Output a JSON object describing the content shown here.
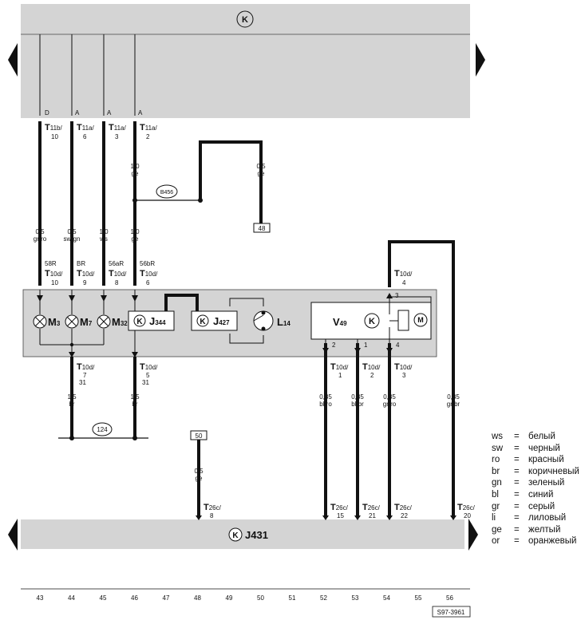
{
  "top_unit": {
    "symbol": "K"
  },
  "bottom_unit": {
    "symbol": "K",
    "name": "J431"
  },
  "top_pins": [
    {
      "letter": "D",
      "conn": "T",
      "sub": "11b/",
      "pin": "10"
    },
    {
      "letter": "A",
      "conn": "T",
      "sub": "11a/",
      "pin": "6"
    },
    {
      "letter": "A",
      "conn": "T",
      "sub": "11a/",
      "pin": "3"
    },
    {
      "letter": "A",
      "conn": "T",
      "sub": "11a/",
      "pin": "2"
    }
  ],
  "wire_labels": {
    "w1": {
      "size": "0,5",
      "color": "gr/ro"
    },
    "w2": {
      "size": "0,5",
      "color": "sw/gn"
    },
    "w3": {
      "size": "1,0",
      "color": "ws"
    },
    "w4a": {
      "size": "1,0",
      "color": "ge"
    },
    "w4b": {
      "size": "1,0",
      "color": "ge"
    },
    "w5": {
      "size": "0,5",
      "color": "ge"
    },
    "b1": {
      "size": "1,5",
      "color": "br"
    },
    "b2": {
      "size": "1,5",
      "color": "br"
    },
    "r1": {
      "size": "0,35",
      "color": "bl/ro"
    },
    "r2": {
      "size": "0,35",
      "color": "bl/br"
    },
    "r3": {
      "size": "0,35",
      "color": "gr/ro"
    },
    "r4": {
      "size": "0,35",
      "color": "gr/br"
    },
    "g50": {
      "size": "0,5",
      "color": "ge"
    }
  },
  "splice": {
    "b456": "B456",
    "n124": "124"
  },
  "refs": {
    "r48": "48",
    "r50": "50"
  },
  "mid_pins": [
    {
      "sig": "58R",
      "conn": "T",
      "sub": "10d/",
      "pin": "10"
    },
    {
      "sig": "BR",
      "conn": "T",
      "sub": "10d/",
      "pin": "9"
    },
    {
      "sig": "56aR",
      "conn": "T",
      "sub": "10d/",
      "pin": "8"
    },
    {
      "sig": "56bR",
      "conn": "T",
      "sub": "10d/",
      "pin": "6"
    }
  ],
  "v49_top_pin": {
    "conn": "T",
    "sub": "10d/",
    "pin": "4",
    "local": "3"
  },
  "components": {
    "m3": {
      "main": "M",
      "sub": "3"
    },
    "m7": {
      "main": "M",
      "sub": "7"
    },
    "m32": {
      "main": "M",
      "sub": "32"
    },
    "j344": {
      "main": "J",
      "sub": "344",
      "symbol": "K"
    },
    "j427": {
      "main": "J",
      "sub": "427",
      "symbol": "K"
    },
    "l14": {
      "main": "L",
      "sub": "14"
    },
    "v49": {
      "main": "V",
      "sub": "49",
      "symbol": "K",
      "motor": "M"
    }
  },
  "lower_pins": [
    {
      "conn": "T",
      "sub": "10d/",
      "pin": "7",
      "extra": "31"
    },
    {
      "conn": "T",
      "sub": "10d/",
      "pin": "5",
      "extra": "31"
    },
    {
      "conn": "T",
      "sub": "10d/",
      "pin": "1",
      "local": "2"
    },
    {
      "conn": "T",
      "sub": "10d/",
      "pin": "2",
      "local": "1"
    },
    {
      "conn": "T",
      "sub": "10d/",
      "pin": "3",
      "local": "4"
    }
  ],
  "j431_pins": [
    {
      "conn": "T",
      "sub": "26c/",
      "pin": "8"
    },
    {
      "conn": "T",
      "sub": "26c/",
      "pin": "15"
    },
    {
      "conn": "T",
      "sub": "26c/",
      "pin": "21"
    },
    {
      "conn": "T",
      "sub": "26c/",
      "pin": "22"
    },
    {
      "conn": "T",
      "sub": "26c/",
      "pin": "20"
    }
  ],
  "legend": [
    {
      "code": "ws",
      "eq": "=",
      "name": "белый"
    },
    {
      "code": "sw",
      "eq": "=",
      "name": "черный"
    },
    {
      "code": "ro",
      "eq": "=",
      "name": "красный"
    },
    {
      "code": "br",
      "eq": "=",
      "name": "коричневый"
    },
    {
      "code": "gn",
      "eq": "=",
      "name": "зеленый"
    },
    {
      "code": "bl",
      "eq": "=",
      "name": "синий"
    },
    {
      "code": "gr",
      "eq": "=",
      "name": "серый"
    },
    {
      "code": "li",
      "eq": "=",
      "name": "лиловый"
    },
    {
      "code": "ge",
      "eq": "=",
      "name": "желтый"
    },
    {
      "code": "or",
      "eq": "=",
      "name": "оранжевый"
    }
  ],
  "scale": [
    "43",
    "44",
    "45",
    "46",
    "47",
    "48",
    "49",
    "50",
    "51",
    "52",
    "53",
    "54",
    "55",
    "56"
  ],
  "figure_code": "S97-3961",
  "colors": {
    "panel": "#d4d4d4",
    "wire": "#111111"
  }
}
